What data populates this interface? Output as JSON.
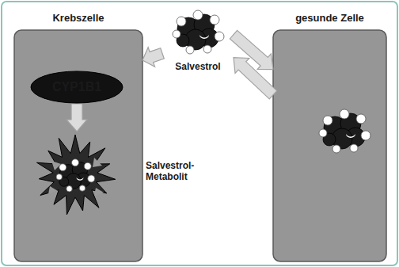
{
  "diagram": {
    "nodes": [
      {
        "text": [
          "Krebszelle"
        ]
      },
      {
        "text": [
          "CYP1B1"
        ],
        "in": 0
      },
      {
        "text": [
          "Salvestrol- Metabolit"
        ],
        "in": 0
      },
      {
        "text": [
          "Salvestrol"
        ]
      },
      {
        "text": [
          "gesunde Zelle"
        ]
      }
    ],
    "edges": [
      {
        "from": 3,
        "to": 0,
        "arrow": "to"
      },
      {
        "from": 1,
        "to": 2,
        "arrow": "to"
      },
      {
        "from": 3,
        "to": 4,
        "arrow": "to"
      },
      {
        "from": 4,
        "to": 3,
        "arrow": "to"
      }
    ]
  }
}
